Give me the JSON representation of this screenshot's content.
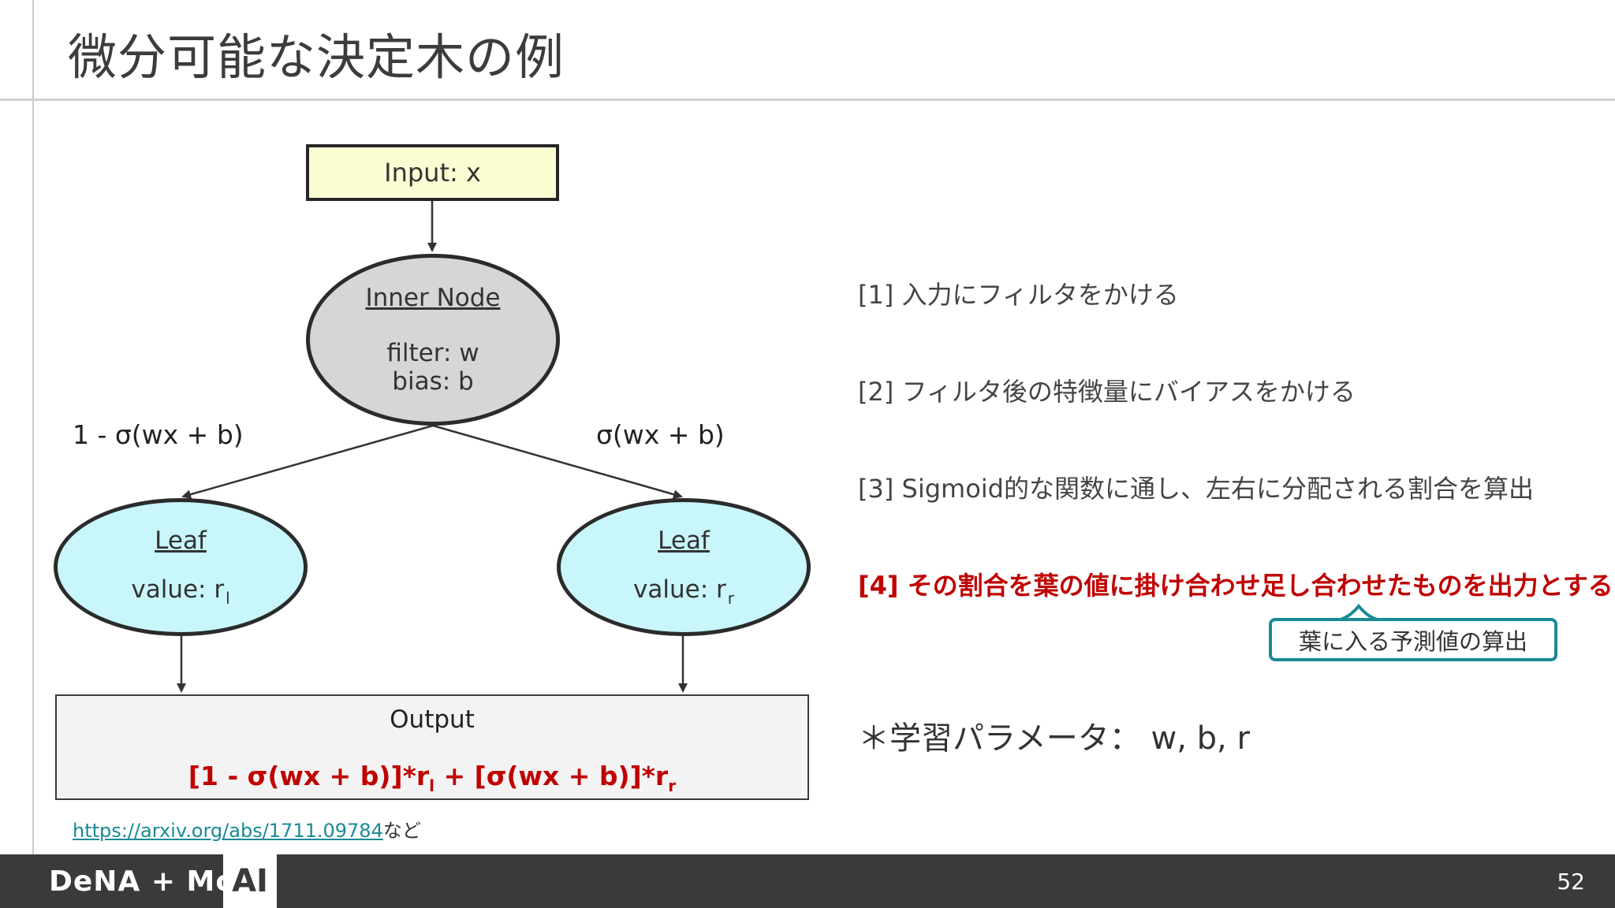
{
  "slide": {
    "title": "微分可能な決定木の例",
    "page_number": "52"
  },
  "diagram": {
    "input": "Input: x",
    "inner_node": {
      "heading": "Inner Node",
      "filter": "filter: w",
      "bias": "bias: b"
    },
    "edge_left": "1 - σ(wx + b)",
    "edge_right": "σ(wx + b)",
    "leaf_left": {
      "heading": "Leaf",
      "value": "value: r",
      "sub": "l"
    },
    "leaf_right": {
      "heading": "Leaf",
      "value": "value: r",
      "sub": "r"
    },
    "output": {
      "label": "Output",
      "f1": "[1 - σ(wx + b)]*r",
      "s1": "l",
      "f2": " + [σ(wx + b)]*r",
      "s2": "r"
    }
  },
  "reference": {
    "url": "https://arxiv.org/abs/1711.09784",
    "suffix": "など"
  },
  "steps": [
    "[1] 入力にフィルタをかける",
    "[2] フィルタ後の特徴量にバイアスをかける",
    "[3] Sigmoid的な関数に通し、左右に分配される割合を算出",
    "[4] その割合を葉の値に掛け合わせ足し合わせたものを出力とする"
  ],
  "callout": "葉に入る予測値の算出",
  "params": "＊学習パラメータ：  w, b, r",
  "footer": {
    "logo": "DeNA + MoT",
    "ai": "AI"
  },
  "colors": {
    "accent_red": "#c00000",
    "teal": "#1a8a96",
    "input_fill": "#fbfdd3",
    "inner_fill": "#d6d6d6",
    "leaf_fill": "#c8f6fa",
    "footer_bg": "#3a3a3a"
  }
}
